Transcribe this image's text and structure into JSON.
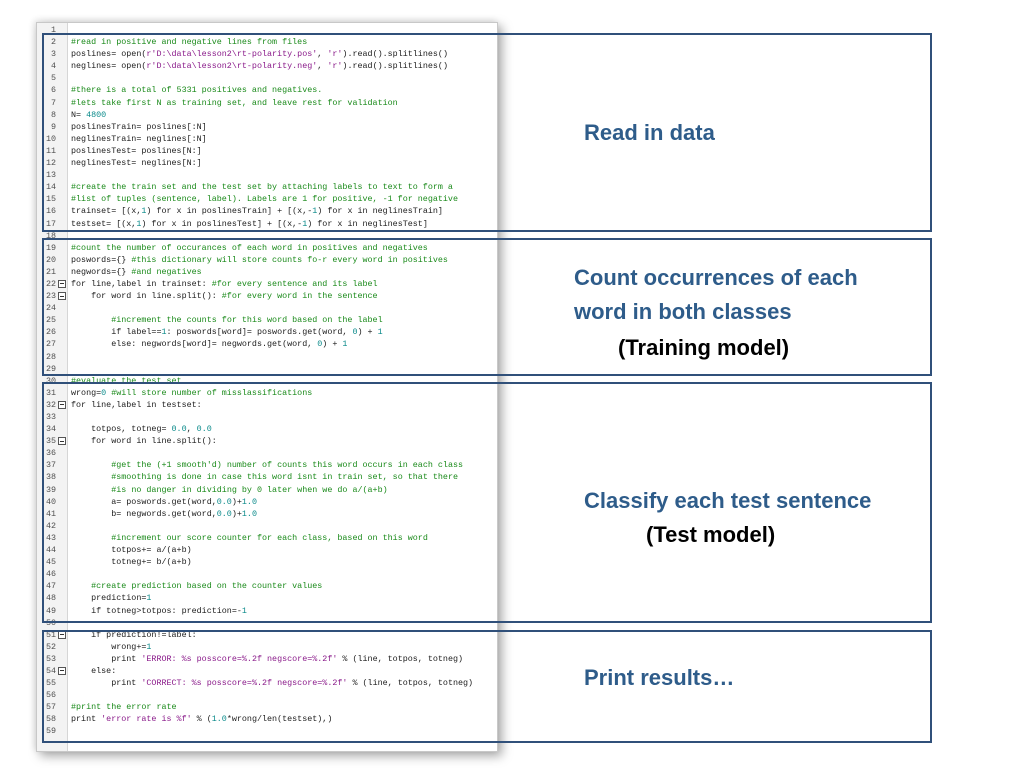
{
  "sections": {
    "read": "Read in data",
    "count_line1": "Count occurrences of each",
    "count_line2": "word in both classes",
    "count_sub": "(Training model)",
    "classify": "Classify each test sentence",
    "classify_sub": "(Test model)",
    "print": "Print results…"
  },
  "code_lines": [
    {
      "n": "1",
      "fold": false,
      "segs": []
    },
    {
      "n": "2",
      "fold": false,
      "segs": [
        [
          "c",
          "#read in positive and negative lines from files"
        ]
      ]
    },
    {
      "n": "3",
      "fold": false,
      "segs": [
        [
          "",
          "poslines= open("
        ],
        [
          "s",
          "r'D:\\data\\lesson2\\rt-polarity.pos'"
        ],
        [
          "",
          ", "
        ],
        [
          "s",
          "'r'"
        ],
        [
          "",
          ").read().splitlines()"
        ]
      ]
    },
    {
      "n": "4",
      "fold": false,
      "segs": [
        [
          "",
          "neglines= open("
        ],
        [
          "s",
          "r'D:\\data\\lesson2\\rt-polarity.neg'"
        ],
        [
          "",
          ", "
        ],
        [
          "s",
          "'r'"
        ],
        [
          "",
          ").read().splitlines()"
        ]
      ]
    },
    {
      "n": "5",
      "fold": false,
      "segs": []
    },
    {
      "n": "6",
      "fold": false,
      "segs": [
        [
          "c",
          "#there is a total of 5331 positives and negatives."
        ]
      ]
    },
    {
      "n": "7",
      "fold": false,
      "segs": [
        [
          "c",
          "#lets take first N as training set, and leave rest for validation"
        ]
      ]
    },
    {
      "n": "8",
      "fold": false,
      "segs": [
        [
          "",
          "N= "
        ],
        [
          "n",
          "4800"
        ]
      ]
    },
    {
      "n": "9",
      "fold": false,
      "segs": [
        [
          "",
          "poslinesTrain= poslines[:N]"
        ]
      ]
    },
    {
      "n": "10",
      "fold": false,
      "segs": [
        [
          "",
          "neglinesTrain= neglines[:N]"
        ]
      ]
    },
    {
      "n": "11",
      "fold": false,
      "segs": [
        [
          "",
          "poslinesTest= poslines[N:]"
        ]
      ]
    },
    {
      "n": "12",
      "fold": false,
      "segs": [
        [
          "",
          "neglinesTest= neglines[N:]"
        ]
      ]
    },
    {
      "n": "13",
      "fold": false,
      "segs": []
    },
    {
      "n": "14",
      "fold": false,
      "segs": [
        [
          "c",
          "#create the train set and the test set by attaching labels to text to form a"
        ]
      ]
    },
    {
      "n": "15",
      "fold": false,
      "segs": [
        [
          "c",
          "#list of tuples (sentence, label). Labels are 1 for positive, -1 for negative"
        ]
      ]
    },
    {
      "n": "16",
      "fold": false,
      "segs": [
        [
          "",
          "trainset= [(x,"
        ],
        [
          "n",
          "1"
        ],
        [
          "",
          ") for x in poslinesTrain] + [(x,-"
        ],
        [
          "n",
          "1"
        ],
        [
          "",
          ") for x in neglinesTrain]"
        ]
      ]
    },
    {
      "n": "17",
      "fold": false,
      "segs": [
        [
          "",
          "testset= [(x,"
        ],
        [
          "n",
          "1"
        ],
        [
          "",
          ") for x in poslinesTest] + [(x,-"
        ],
        [
          "n",
          "1"
        ],
        [
          "",
          ") for x in neglinesTest]"
        ]
      ]
    },
    {
      "n": "18",
      "fold": false,
      "segs": []
    },
    {
      "n": "19",
      "fold": false,
      "segs": [
        [
          "c",
          "#count the number of occurances of each word in positives and negatives"
        ]
      ]
    },
    {
      "n": "20",
      "fold": false,
      "segs": [
        [
          "",
          "poswords={} "
        ],
        [
          "c",
          "#this dictionary will store counts fo-r every word in positives"
        ]
      ]
    },
    {
      "n": "21",
      "fold": false,
      "segs": [
        [
          "",
          "negwords={} "
        ],
        [
          "c",
          "#and negatives"
        ]
      ]
    },
    {
      "n": "22",
      "fold": true,
      "segs": [
        [
          "",
          "for line,label in trainset: "
        ],
        [
          "c",
          "#for every sentence and its label"
        ]
      ]
    },
    {
      "n": "23",
      "fold": true,
      "segs": [
        [
          "",
          "    for word in line.split(): "
        ],
        [
          "c",
          "#for every word in the sentence"
        ]
      ]
    },
    {
      "n": "24",
      "fold": false,
      "segs": []
    },
    {
      "n": "25",
      "fold": false,
      "segs": [
        [
          "",
          "        "
        ],
        [
          "c",
          "#increment the counts for this word based on the label"
        ]
      ]
    },
    {
      "n": "26",
      "fold": false,
      "segs": [
        [
          "",
          "        if label=="
        ],
        [
          "n",
          "1"
        ],
        [
          "",
          ": poswords[word]= poswords.get(word, "
        ],
        [
          "n",
          "0"
        ],
        [
          "",
          ") + "
        ],
        [
          "n",
          "1"
        ]
      ]
    },
    {
      "n": "27",
      "fold": false,
      "segs": [
        [
          "",
          "        else: negwords[word]= negwords.get(word, "
        ],
        [
          "n",
          "0"
        ],
        [
          "",
          ") + "
        ],
        [
          "n",
          "1"
        ]
      ]
    },
    {
      "n": "28",
      "fold": false,
      "segs": []
    },
    {
      "n": "29",
      "fold": false,
      "segs": []
    },
    {
      "n": "30",
      "fold": false,
      "segs": [
        [
          "c",
          "#evaluate the test set"
        ]
      ]
    },
    {
      "n": "31",
      "fold": false,
      "segs": [
        [
          "",
          "wrong="
        ],
        [
          "n",
          "0"
        ],
        [
          "c",
          " #will store number of misslassifications"
        ]
      ]
    },
    {
      "n": "32",
      "fold": true,
      "segs": [
        [
          "",
          "for line,label in testset:"
        ]
      ]
    },
    {
      "n": "33",
      "fold": false,
      "segs": []
    },
    {
      "n": "34",
      "fold": false,
      "segs": [
        [
          "",
          "    totpos, totneg= "
        ],
        [
          "n",
          "0.0"
        ],
        [
          "",
          ", "
        ],
        [
          "n",
          "0.0"
        ]
      ]
    },
    {
      "n": "35",
      "fold": true,
      "segs": [
        [
          "",
          "    for word in line.split():"
        ]
      ]
    },
    {
      "n": "36",
      "fold": false,
      "segs": []
    },
    {
      "n": "37",
      "fold": false,
      "segs": [
        [
          "",
          "        "
        ],
        [
          "c",
          "#get the (+1 smooth'd) number of counts this word occurs in each class"
        ]
      ]
    },
    {
      "n": "38",
      "fold": false,
      "segs": [
        [
          "",
          "        "
        ],
        [
          "c",
          "#smoothing is done in case this word isnt in train set, so that there"
        ]
      ]
    },
    {
      "n": "39",
      "fold": false,
      "segs": [
        [
          "",
          "        "
        ],
        [
          "c",
          "#is no danger in dividing by 0 later when we do a/(a+b)"
        ]
      ]
    },
    {
      "n": "40",
      "fold": false,
      "segs": [
        [
          "",
          "        a= poswords.get(word,"
        ],
        [
          "n",
          "0.0"
        ],
        [
          "",
          ")+"
        ],
        [
          "n",
          "1.0"
        ]
      ]
    },
    {
      "n": "41",
      "fold": false,
      "segs": [
        [
          "",
          "        b= negwords.get(word,"
        ],
        [
          "n",
          "0.0"
        ],
        [
          "",
          ")+"
        ],
        [
          "n",
          "1.0"
        ]
      ]
    },
    {
      "n": "42",
      "fold": false,
      "segs": []
    },
    {
      "n": "43",
      "fold": false,
      "segs": [
        [
          "",
          "        "
        ],
        [
          "c",
          "#increment our score counter for each class, based on this word"
        ]
      ]
    },
    {
      "n": "44",
      "fold": false,
      "segs": [
        [
          "",
          "        totpos+= a/(a+b)"
        ]
      ]
    },
    {
      "n": "45",
      "fold": false,
      "segs": [
        [
          "",
          "        totneg+= b/(a+b)"
        ]
      ]
    },
    {
      "n": "46",
      "fold": false,
      "segs": []
    },
    {
      "n": "47",
      "fold": false,
      "segs": [
        [
          "",
          "    "
        ],
        [
          "c",
          "#create prediction based on the counter values"
        ]
      ]
    },
    {
      "n": "48",
      "fold": false,
      "segs": [
        [
          "",
          "    prediction="
        ],
        [
          "n",
          "1"
        ]
      ]
    },
    {
      "n": "49",
      "fold": false,
      "segs": [
        [
          "",
          "    if totneg>totpos: prediction=-"
        ],
        [
          "n",
          "1"
        ]
      ]
    },
    {
      "n": "50",
      "fold": false,
      "segs": []
    },
    {
      "n": "51",
      "fold": true,
      "segs": [
        [
          "",
          "    if prediction!=label:"
        ]
      ]
    },
    {
      "n": "52",
      "fold": false,
      "segs": [
        [
          "",
          "        wrong+="
        ],
        [
          "n",
          "1"
        ]
      ]
    },
    {
      "n": "53",
      "fold": false,
      "segs": [
        [
          "",
          "        print "
        ],
        [
          "s",
          "'ERROR: %s posscore=%.2f negscore=%.2f'"
        ],
        [
          "",
          " % (line, totpos, totneg)"
        ]
      ]
    },
    {
      "n": "54",
      "fold": true,
      "segs": [
        [
          "",
          "    else:"
        ]
      ]
    },
    {
      "n": "55",
      "fold": false,
      "segs": [
        [
          "",
          "        print "
        ],
        [
          "s",
          "'CORRECT: %s posscore=%.2f negscore=%.2f'"
        ],
        [
          "",
          " % (line, totpos, totneg)"
        ]
      ]
    },
    {
      "n": "56",
      "fold": false,
      "segs": []
    },
    {
      "n": "57",
      "fold": false,
      "segs": [
        [
          "c",
          "#print the error rate"
        ]
      ]
    },
    {
      "n": "58",
      "fold": false,
      "segs": [
        [
          "",
          "print "
        ],
        [
          "s",
          "'error rate is %f'"
        ],
        [
          "",
          " % ("
        ],
        [
          "n",
          "1.0"
        ],
        [
          "",
          "*wrong/len(testset),)"
        ]
      ]
    },
    {
      "n": "59",
      "fold": false,
      "segs": []
    }
  ]
}
